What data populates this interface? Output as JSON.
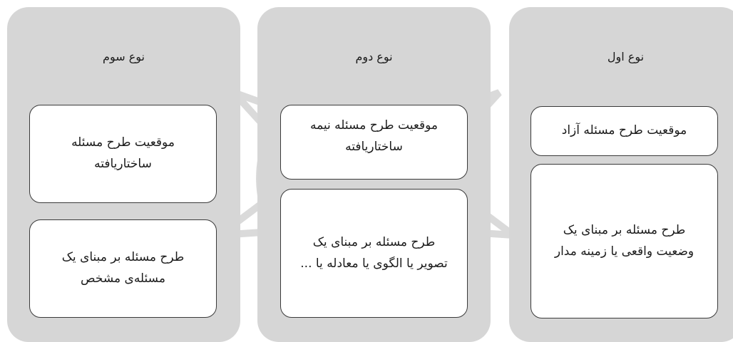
{
  "columns": [
    {
      "title": "نوع سوم",
      "box1": [
        "موقعیت طرح مسئله",
        "ساختاریافته"
      ],
      "box2": [
        "طرح مسئله بر مبنای یک",
        "مسئله‌ی مشخص"
      ]
    },
    {
      "title": "نوع دوم",
      "box1": [
        "موقعیت طرح مسئله نیمه",
        "ساختاریافته"
      ],
      "box2": [
        "طرح مسئله بر مبنای یک",
        "تصویر یا الگوی یا معادله یا ..."
      ]
    },
    {
      "title": "نوع اول",
      "box1": [
        "موقعیت طرح مسئله آزاد"
      ],
      "box2": [
        "طرح مسئله بر مبنای یک",
        "وضعیت واقعی یا زمینه مدار"
      ]
    }
  ],
  "colors": {
    "panel": "#d6d6d6",
    "box": "#ffffff",
    "border": "#3a3a3a"
  }
}
